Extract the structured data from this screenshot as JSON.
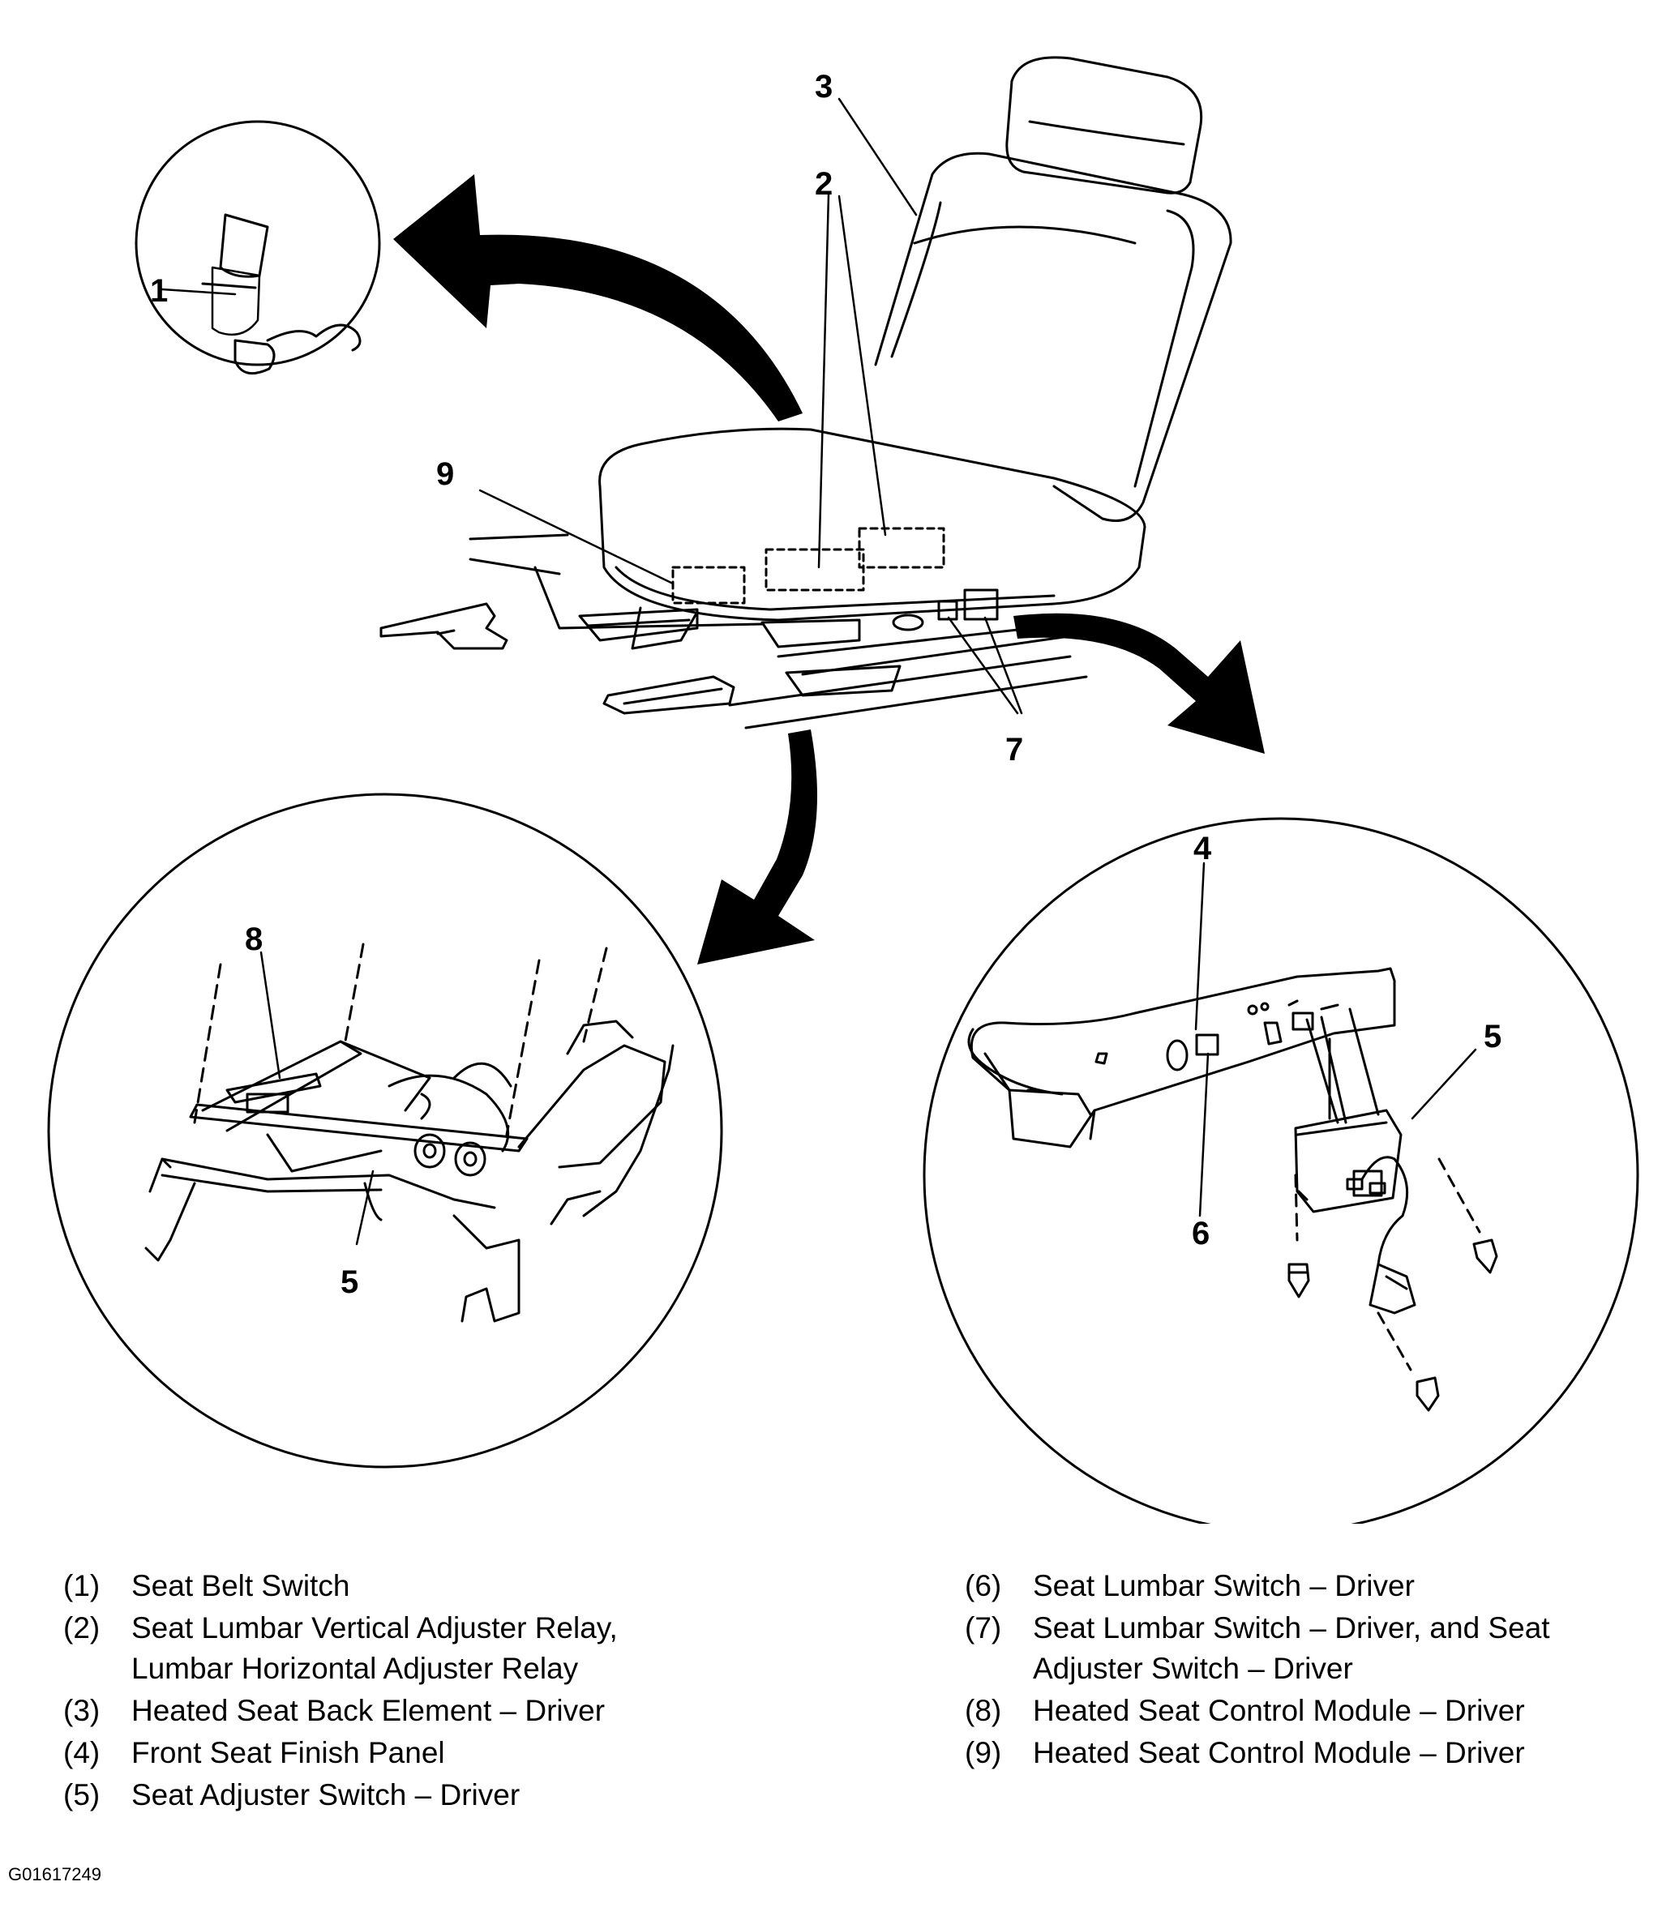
{
  "diagram": {
    "callouts": {
      "c1": "1",
      "c2": "2",
      "c3": "3",
      "c4": "4",
      "c5_left": "5",
      "c5_right": "5",
      "c6": "6",
      "c7": "7",
      "c8": "8",
      "c9": "9"
    }
  },
  "legend": {
    "left": [
      {
        "num": "(1)",
        "text": "Seat Belt Switch"
      },
      {
        "num": "(2)",
        "text": "Seat Lumbar Vertical Adjuster Relay,\nLumbar Horizontal Adjuster Relay"
      },
      {
        "num": "(3)",
        "text": "Heated Seat Back Element – Driver"
      },
      {
        "num": "(4)",
        "text": "Front Seat Finish Panel"
      },
      {
        "num": "(5)",
        "text": "Seat Adjuster Switch – Driver"
      }
    ],
    "right": [
      {
        "num": "(6)",
        "text": "Seat Lumbar Switch – Driver"
      },
      {
        "num": "(7)",
        "text": "Seat Lumbar Switch – Driver, and Seat\nAdjuster Switch – Driver"
      },
      {
        "num": "(8)",
        "text": "Heated Seat Control Module – Driver"
      },
      {
        "num": "(9)",
        "text": "Heated Seat Control Module – Driver"
      }
    ]
  },
  "figure_id": "G01617249"
}
